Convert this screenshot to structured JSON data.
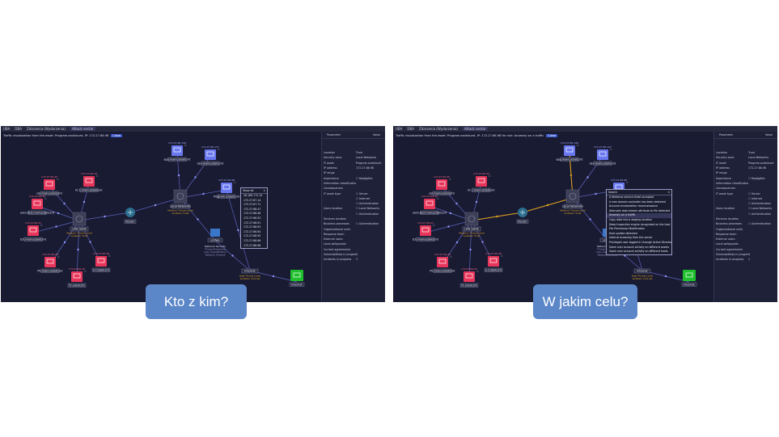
{
  "tabs": [
    {
      "label": "UBA"
    },
    {
      "label": "DBA"
    },
    {
      "label": "Zdarzenia (Wydarzenia)"
    },
    {
      "label": "Attack vector"
    }
  ],
  "left": {
    "info": "Traffic visualization from the asset: Program.ozdalicznt, IP: 172.27.66.98",
    "close_label": "Close"
  },
  "right": {
    "info": "Traffic visualization from the asset: Program.ozdalicznt, IP: 172.27.66.98 for rule: Anomaly on a traffic",
    "close_label": "Close"
  },
  "sidebar": {
    "header_param": "Parameter",
    "header_value": "Value",
    "rows": [
      {
        "key": "Location",
        "value": "Trust"
      },
      {
        "key": "Security zone",
        "value": "Local Networks"
      },
      {
        "key": "IT asset",
        "value": "Program.ozdalicznt"
      },
      {
        "key": "IP address",
        "value": "172.27.66.98"
      },
      {
        "key": "IP range",
        "value": ""
      },
      {
        "key": "Importance",
        "value": "☐ Negligible"
      },
      {
        "key": "Information classification",
        "value": ""
      },
      {
        "key": "Consequences",
        "value": ""
      },
      {
        "key": "IT asset type",
        "value": "☐ Server"
      },
      {
        "key": "",
        "value": "☐ Internet"
      },
      {
        "key": "",
        "value": "  ☐ Authentication"
      },
      {
        "key": "Users location",
        "value": "☐ Local Networks"
      },
      {
        "key": "",
        "value": "  ☐ Authentication"
      },
      {
        "key": "Services location",
        "value": ""
      },
      {
        "key": "Business processes",
        "value": "☐ Authentication"
      },
      {
        "key": "Organizational units",
        "value": ""
      },
      {
        "key": "Response team",
        "value": ""
      },
      {
        "key": "External users",
        "value": ""
      },
      {
        "key": "Local safeguards",
        "value": ""
      },
      {
        "key": "Current agreements",
        "value": ""
      },
      {
        "key": "Vulnerabilities in progress",
        "value": "0"
      },
      {
        "key": "Incidents in progress",
        "value": "1"
      }
    ]
  },
  "nodes": {
    "lan": {
      "label": "LAN zaklik",
      "sub1": "Medium Threat Level",
      "sub2": "Isolation Trust"
    },
    "local": {
      "label": "Local Networks",
      "sub1": "Medium Threat Level",
      "sub2": "Isolation Trust"
    },
    "router": {
      "label": "Router"
    },
    "internet": {
      "label": "Internet"
    },
    "netsec": {
      "label": "Network Security",
      "l1": "Threat Protection",
      "l2": "User Identification",
      "l3": "Network Firewall"
    },
    "unifwe": {
      "label": "unifwe"
    },
    "gateway": {
      "label": "Internet",
      "sub1": "High Threat Level",
      "sub2": "Isolation Untrust"
    },
    "app": {
      "label": "app.mainuzdalicznt",
      "ip": "172.27.66.126"
    },
    "dev": {
      "label": "dev.mainuzdalicznt",
      "ip": "172.27.66.127"
    },
    "prog": {
      "label": "Program.ozdalicznt",
      "ip": "172.27.66.98"
    },
    "red1": {
      "label": "cpl.mainuzdalicznt",
      "ip": "172.27.66.45"
    },
    "red2": {
      "label": "kt.1.mainuzdalicznt",
      "ip": "172.27.66.34"
    },
    "red3": {
      "label": "auto.test.mainuzdalicznt",
      "ip": "172.27.66.36"
    },
    "red4": {
      "label": "b2l.mainuzdalicznt",
      "ip": "172.27.66.21"
    },
    "red5": {
      "label": "ff1.mainuzdalicznt",
      "ip": "172.27.66.23"
    },
    "red6": {
      "label": "f2.zdalicznt",
      "ip": "172.27.66.25"
    },
    "red7": {
      "label": "k.f.zdalicznt",
      "ip": "172.27.66.28"
    }
  },
  "ip_popup": {
    "header": "Show all",
    "items": [
      "26.189.172.10",
      "172.27.67.14",
      "172.27.67.71",
      "172.27.68.47",
      "172.27.68.46",
      "172.27.68.53",
      "172.27.68.91",
      "172.27.68.93",
      "172.27.68.94",
      "172.27.68.95",
      "172.27.68.96",
      "172.27.68.98"
    ]
  },
  "rule_popup": {
    "search": "Search",
    "items": [
      "A Kerberos service ticket accepted",
      "A new domain controller has been detected",
      "Account enumeration reconnaissance",
      "Alternate data stream attribute to file detected",
      "Anomaly on a traffic",
      "Copy data into a staging location",
      "Deep Inspection engine recognized on the host",
      "File Permission Modification",
      "Host update detected",
      "Internal browsing from the server",
      "Privileged user logged in through Active Directory",
      "Same user account activity on different assets",
      "Same user account activity on different hosts"
    ]
  },
  "captions": {
    "left": "Kto z kim?",
    "right": "W jakim celu?"
  },
  "colors": {
    "panel": "#191b33",
    "red_node": "#e8355a",
    "blue_node": "#6a78f0",
    "green_node": "#1fbf2e",
    "caption": "#5b86c8",
    "threat": "#e0a020"
  }
}
